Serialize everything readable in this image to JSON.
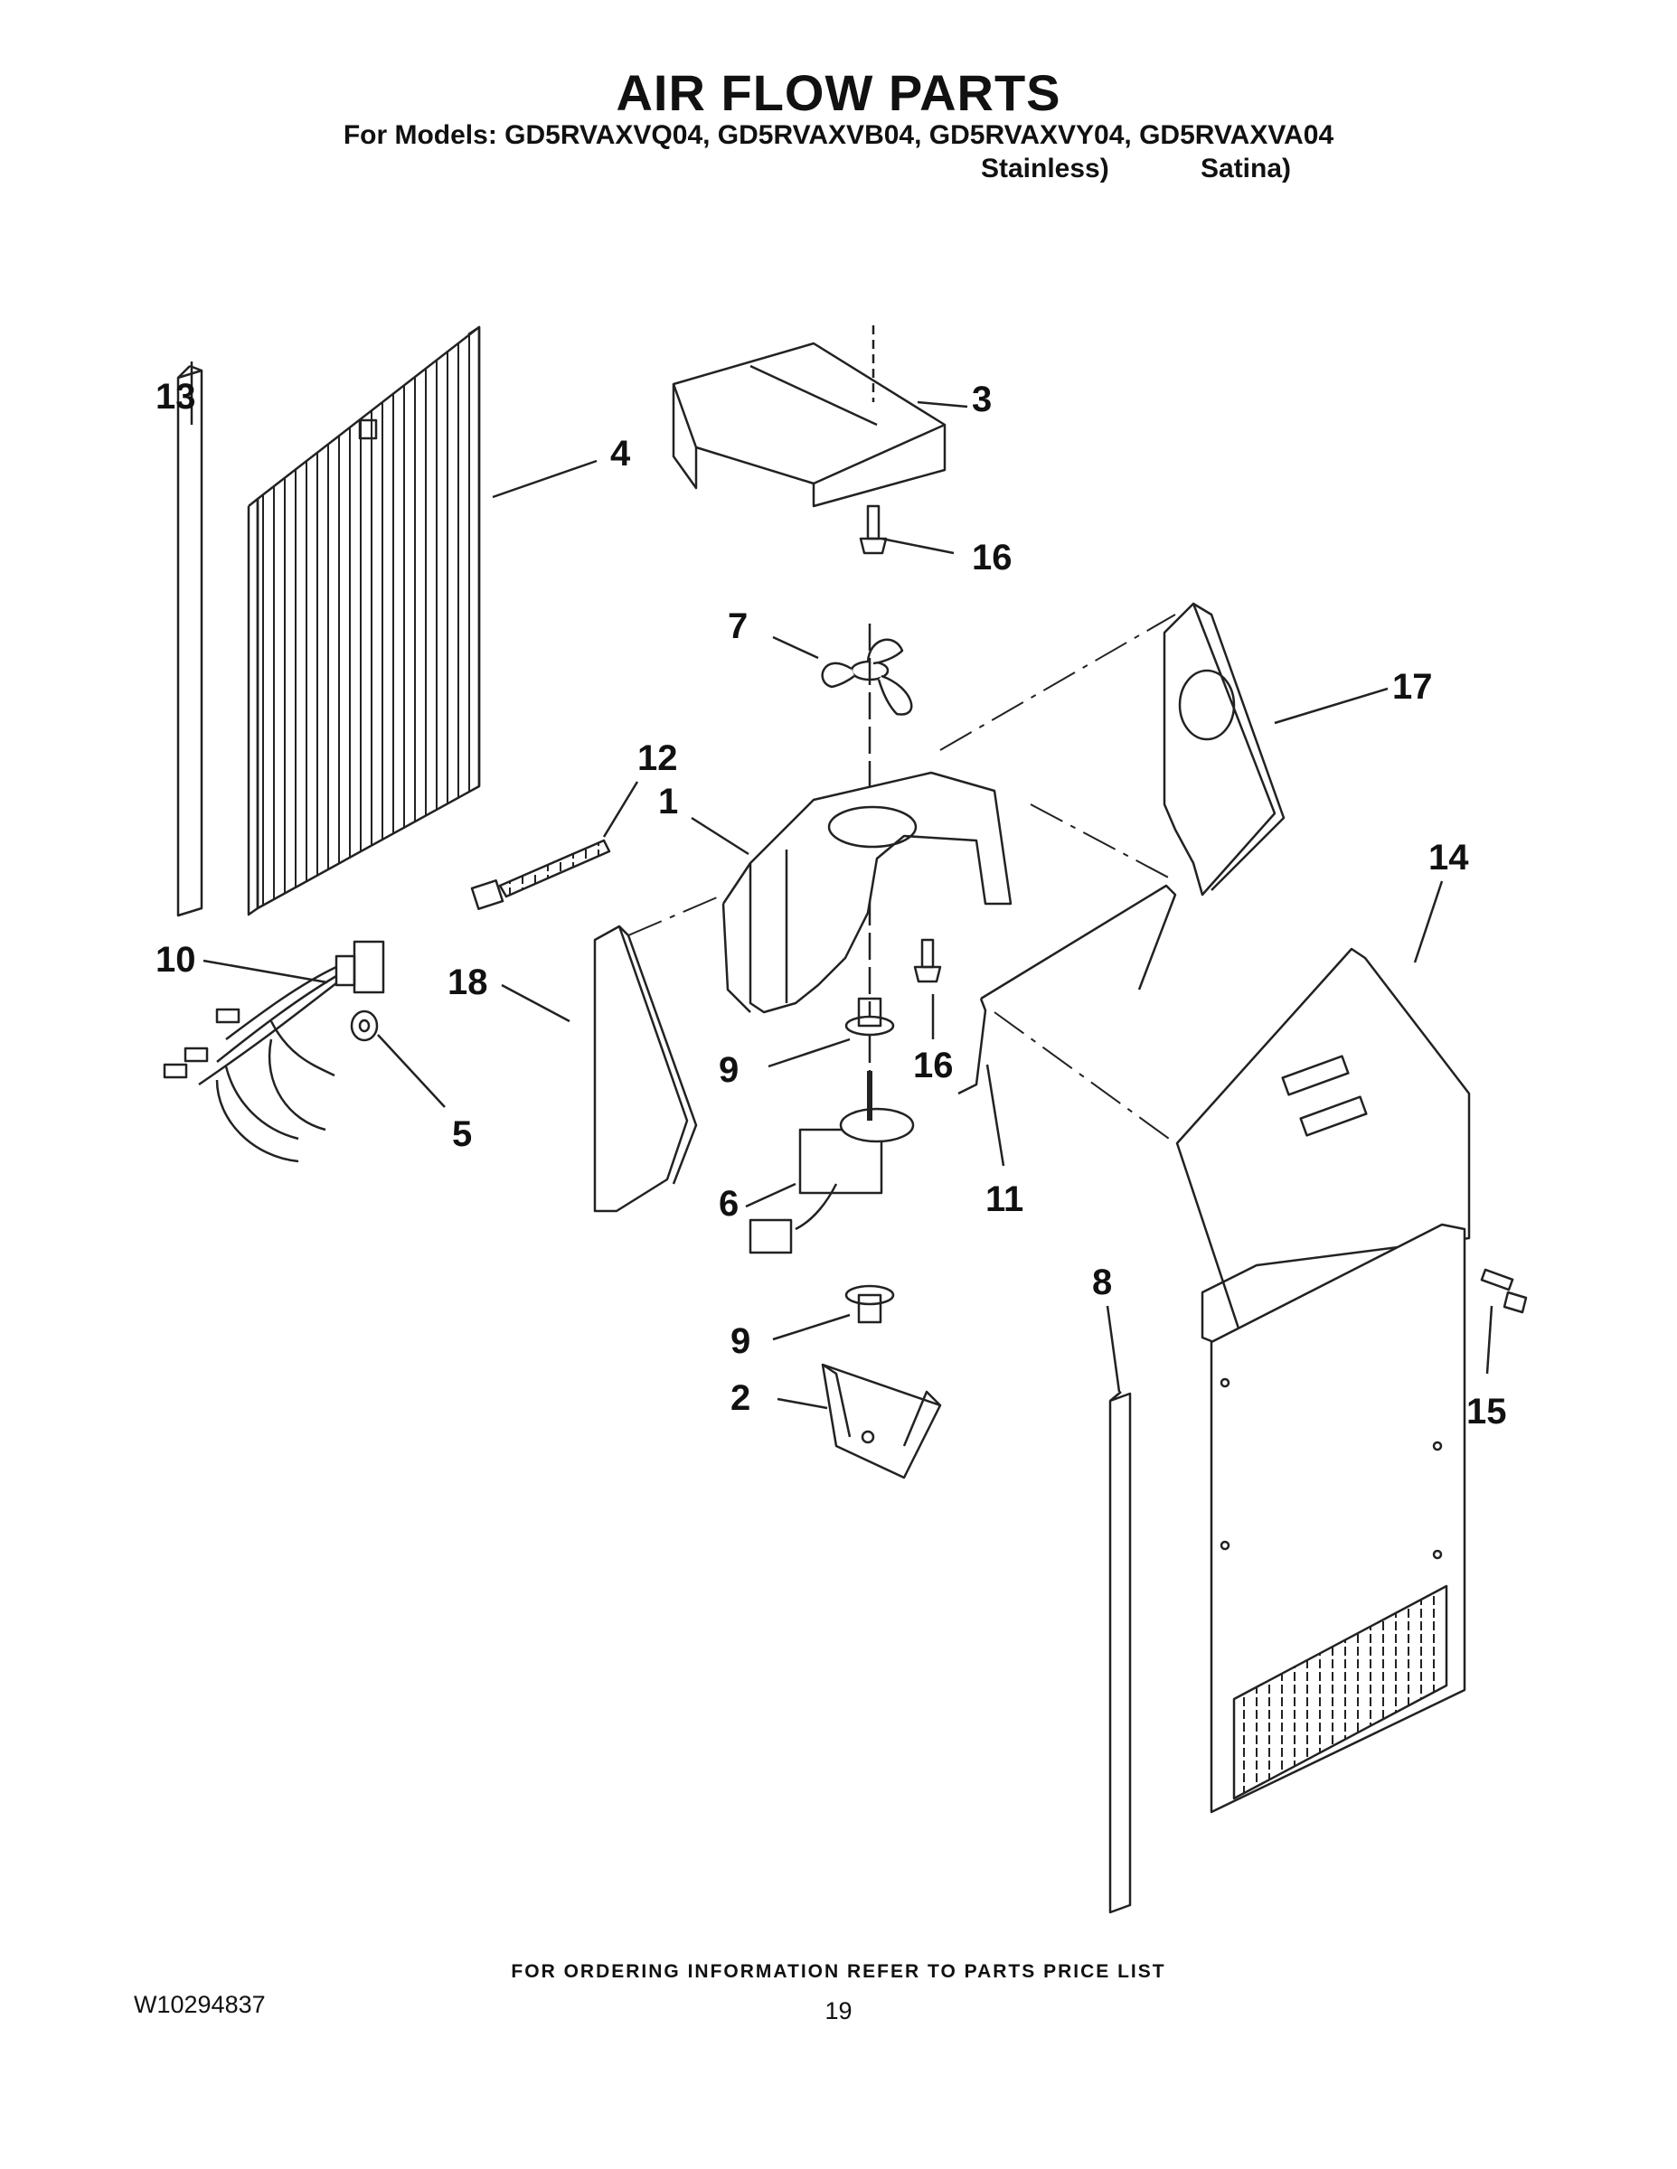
{
  "page": {
    "title": "AIR FLOW PARTS",
    "models_line": "For Models: GD5RVAXVQ04, GD5RVAXVB04, GD5RVAXVY04, GD5RVAXVA04",
    "finish_notes": [
      "Stainless)",
      "Satina)"
    ],
    "footer_note": "FOR ORDERING INFORMATION REFER TO PARTS PRICE LIST",
    "document_number": "W10294837",
    "page_number": "19"
  },
  "diagram": {
    "callouts": [
      "13",
      "4",
      "3",
      "16",
      "7",
      "17",
      "12",
      "1",
      "14",
      "10",
      "18",
      "16",
      "9",
      "5",
      "6",
      "11",
      "8",
      "15",
      "9",
      "2"
    ]
  }
}
